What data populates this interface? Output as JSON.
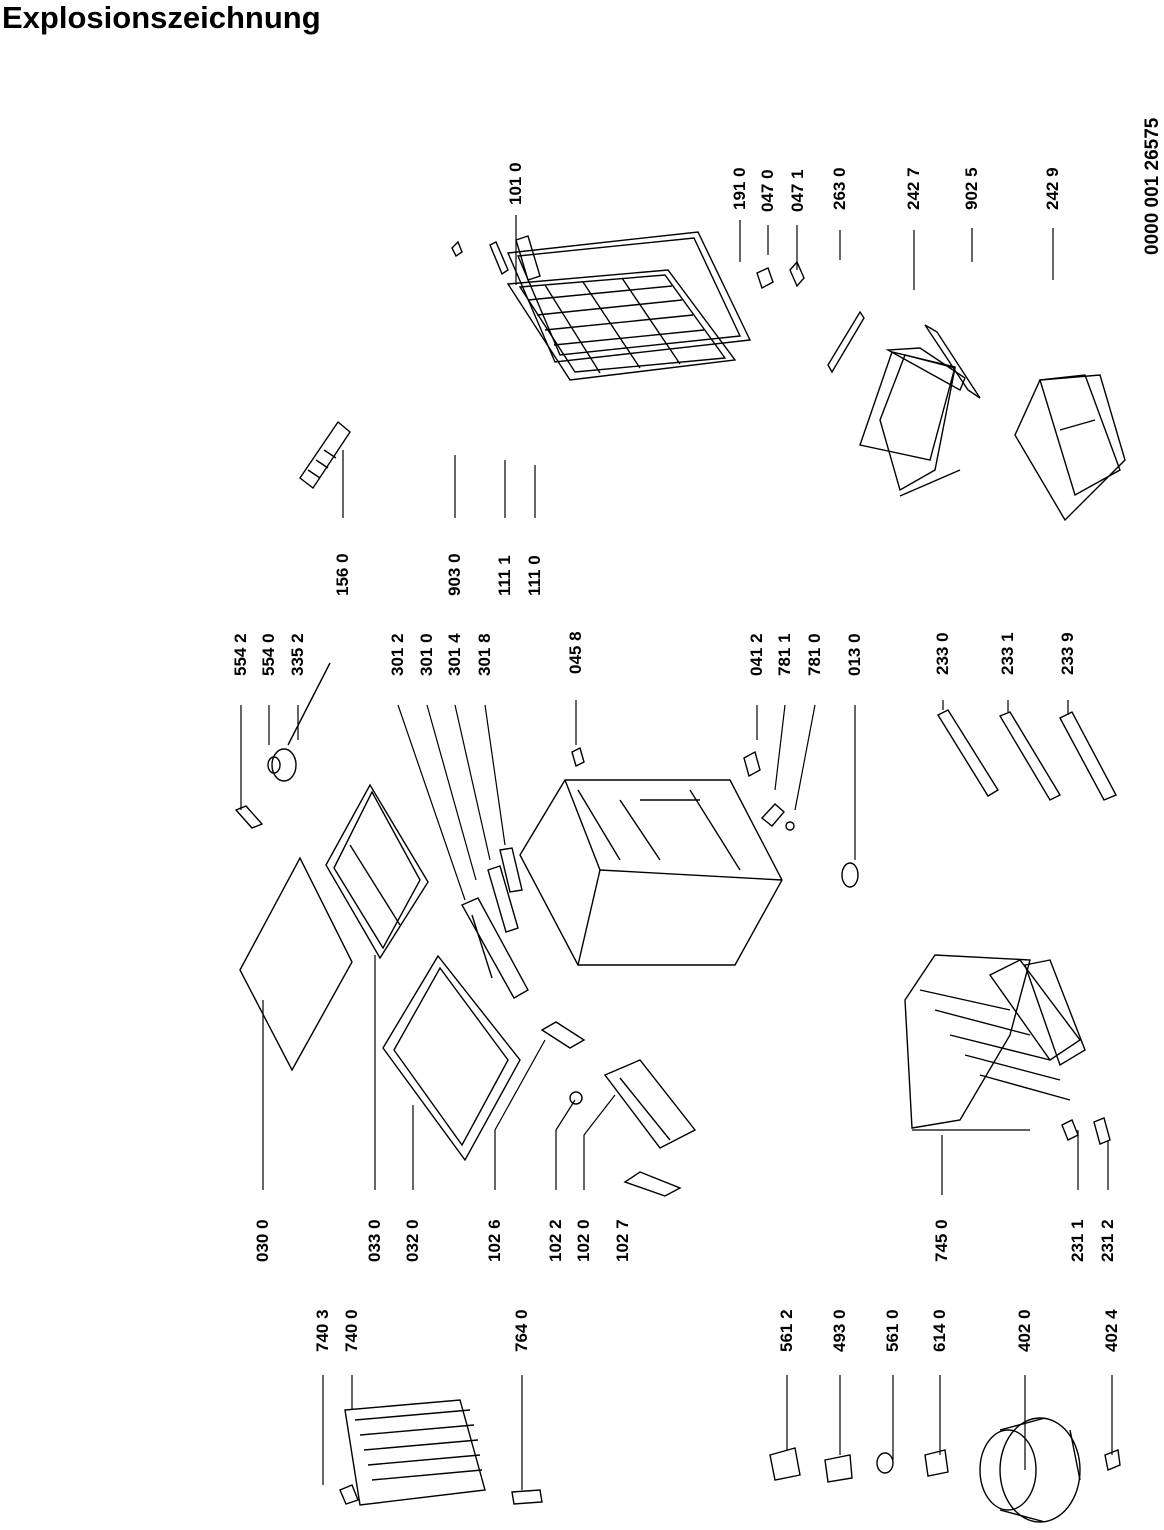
{
  "title": "Explosionszeichnung",
  "document_number": "0000 001 26575",
  "labels": {
    "l1010": "101 0",
    "l1910": "191 0",
    "l0470": "047 0",
    "l0471": "047 1",
    "l2630": "263 0",
    "l2427": "242 7",
    "l9025": "902 5",
    "l2429": "242 9",
    "l1560": "156 0",
    "l9030": "903 0",
    "l1111": "111 1",
    "l1110": "111 0",
    "l5542": "554 2",
    "l5540": "554 0",
    "l3352": "335 2",
    "l3012": "301 2",
    "l3010": "301 0",
    "l3014": "301 4",
    "l3018": "301 8",
    "l0458": "045 8",
    "l0412": "041 2",
    "l7811": "781 1",
    "l7810": "781 0",
    "l0130": "013 0",
    "l2330": "233 0",
    "l2331": "233 1",
    "l2339": "233 9",
    "l0300": "030 0",
    "l0330": "033 0",
    "l0320": "032 0",
    "l1026": "102 6",
    "l1022": "102 2",
    "l1020": "102 0",
    "l1027": "102 7",
    "l7450": "745 0",
    "l2311": "231 1",
    "l2312": "231 2",
    "l7403": "740 3",
    "l7400": "740 0",
    "l7640": "764 0",
    "l5612": "561 2",
    "l4930": "493 0",
    "l5610": "561 0",
    "l6140": "614 0",
    "l4020": "402 0",
    "l4024": "402 4"
  }
}
